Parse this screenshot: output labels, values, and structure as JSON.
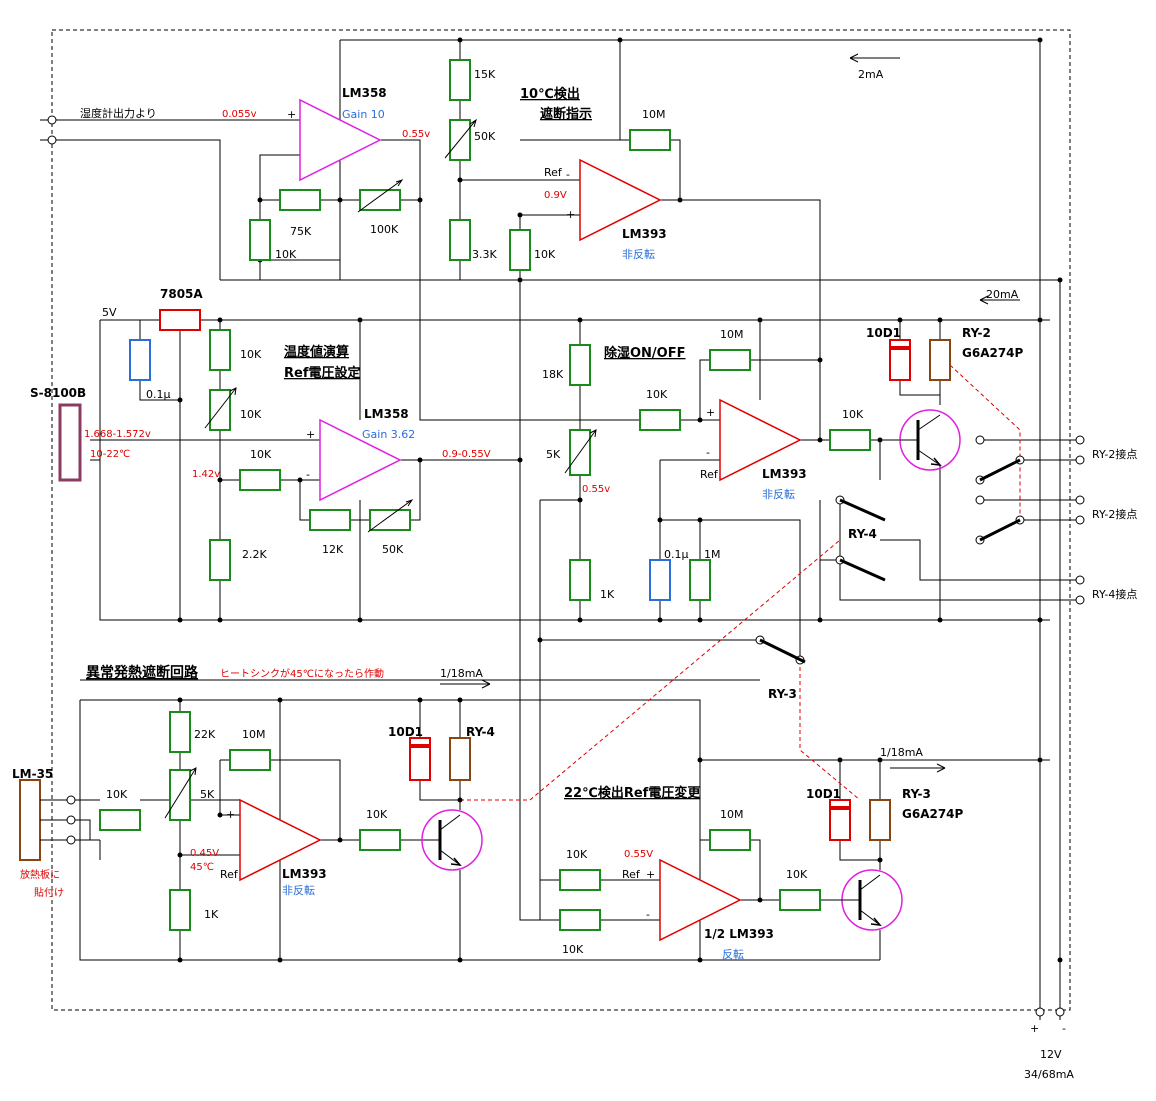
{
  "titles": {
    "detect_10c": "10℃検出",
    "cutoff_instruction": "遮断指示",
    "temp_calc": "温度値演算",
    "ref_setting": "Ref電圧設定",
    "dehumid": "除湿ON/OFF",
    "abnormal_heat": "異常発熱遮断回路",
    "abnormal_note": "ヒートシンクが45℃になったら作動",
    "ref_change_22c": "22℃検出Ref電圧変更"
  },
  "ics": {
    "lm358_a": "LM358",
    "gain_10": "Gain 10",
    "lm358_b": "LM358",
    "gain_362": "Gain 3.62",
    "lm393_a": "LM393",
    "lm393_b": "LM393",
    "lm393_c": "LM393",
    "lm393_d": "1/2 LM393",
    "noninv": "非反転",
    "inv": "反転",
    "reg": "7805A",
    "sensor": "S-8100B",
    "lm35": "LM-35"
  },
  "labels": {
    "hygro_in": "湿度計出力より",
    "v_0055": "0.055v",
    "v_055": "0.55v",
    "v_09": "0.9V",
    "v_5": "5V",
    "v_range": "1.668-1.572v",
    "t_range": "10-22℃",
    "v_142": "1.42v",
    "v_out": "0.9-0.55V",
    "v_055b": "0.55v",
    "v_045": "0.45V",
    "t_45": "45℃",
    "v_055c": "0.55V",
    "ref": "Ref",
    "i_2ma": "2mA",
    "i_20ma": "20mA",
    "i_118a": "1/18mA",
    "i_118b": "1/18mA",
    "heatsink_1": "放熱板に",
    "heatsink_2": "貼付け",
    "supply_v": "12V",
    "supply_i": "34/68mA",
    "plus": "+",
    "minus": "-"
  },
  "components": {
    "r15k": "15K",
    "vr50k": "50K",
    "r33k": "3.3K",
    "r10k_a": "10K",
    "r10m_a": "10M",
    "r75k": "75K",
    "vr100k": "100K",
    "r10k_b": "10K",
    "c01u_a": "0.1μ",
    "r10k_c": "10K",
    "vr10k": "10K",
    "r10k_d": "10K",
    "r22k": "2.2K",
    "r12k": "12K",
    "vr50k_b": "50K",
    "r18k": "18K",
    "vr5k": "5K",
    "r1k": "1K",
    "r10k_e": "10K",
    "r10m_b": "10M",
    "c01u_b": "0.1μ",
    "r1m": "1M",
    "r10k_f": "10K",
    "d10d1_a": "10D1",
    "ry2": "RY-2",
    "g6a_a": "G6A274P",
    "r10k_g": "10K",
    "r22k_b": "22K",
    "vr5k_b": "5K",
    "r1k_b": "1K",
    "r10m_c": "10M",
    "r10k_h": "10K",
    "d10d1_b": "10D1",
    "ry4": "RY-4",
    "r10k_i": "10K",
    "r10k_j": "10K",
    "r10m_d": "10M",
    "r10k_k": "10K",
    "d10d1_c": "10D1",
    "ry3": "RY-3",
    "g6a_b": "G6A274P"
  },
  "relays": {
    "ry2_contact_a": "RY-2接点",
    "ry2_contact_b": "RY-2接点",
    "ry4_contact": "RY-4接点",
    "ry4_label": "RY-4",
    "ry3_label": "RY-3"
  }
}
